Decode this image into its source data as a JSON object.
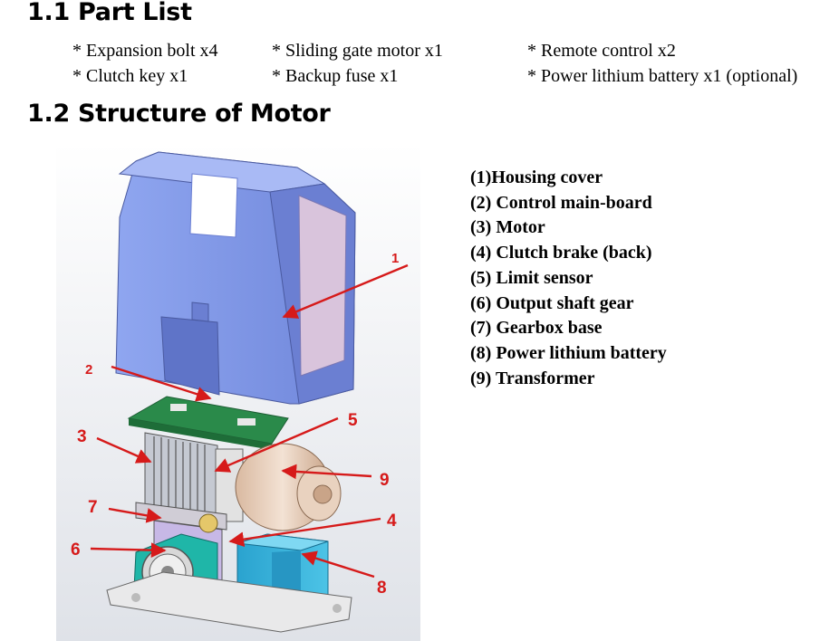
{
  "section1": {
    "title": "1.1 Part List",
    "parts": [
      "* Expansion bolt x4",
      "* Sliding gate motor x1",
      "* Remote control x2",
      "* Clutch key x1",
      "* Backup fuse x1",
      "* Power lithium battery x1 (optional)"
    ]
  },
  "section2": {
    "title": "1.2 Structure of Motor",
    "legend": [
      "(1)Housing cover",
      "(2) Control main-board",
      "(3) Motor",
      "(4) Clutch brake (back)",
      "(5) Limit sensor",
      "(6) Output shaft gear",
      "(7) Gearbox base",
      "(8) Power lithium battery",
      "(9) Transformer"
    ]
  },
  "figure": {
    "callouts": [
      "1",
      "2",
      "3",
      "4",
      "5",
      "6",
      "7",
      "8",
      "9"
    ],
    "callout_color": "#d61a1a",
    "housing_color": "#7f96e6"
  }
}
